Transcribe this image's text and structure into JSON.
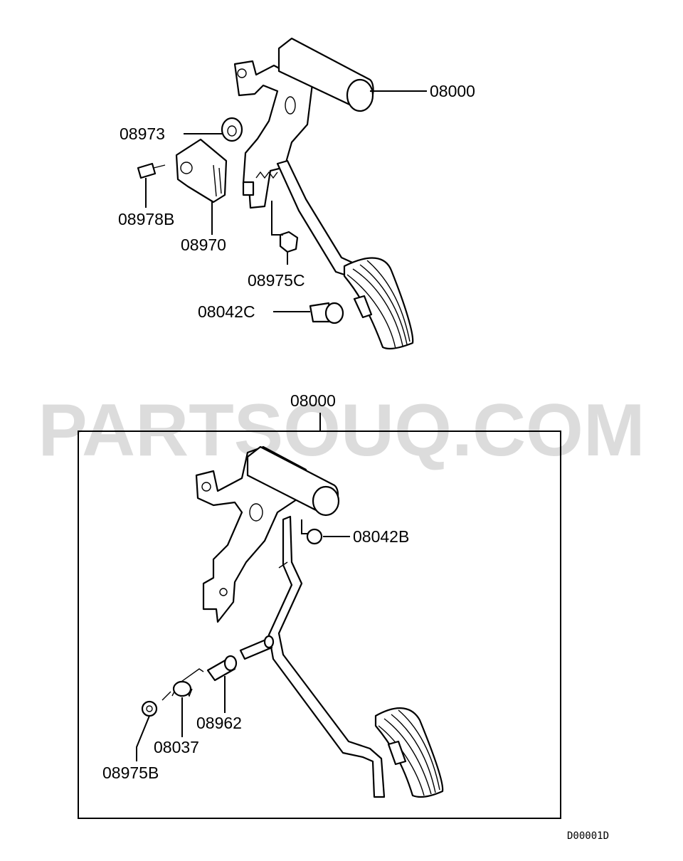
{
  "watermark": "PARTSOUQ.COM",
  "drawing_code": "D00001D",
  "callouts": {
    "p08000_top": "08000",
    "p08973": "08973",
    "p08978B": "08978B",
    "p08970": "08970",
    "p08975C": "08975C",
    "p08042C": "08042C",
    "p08000_box": "08000",
    "p08042B": "08042B",
    "p08962": "08962",
    "p08037": "08037",
    "p08975B": "08975B"
  }
}
